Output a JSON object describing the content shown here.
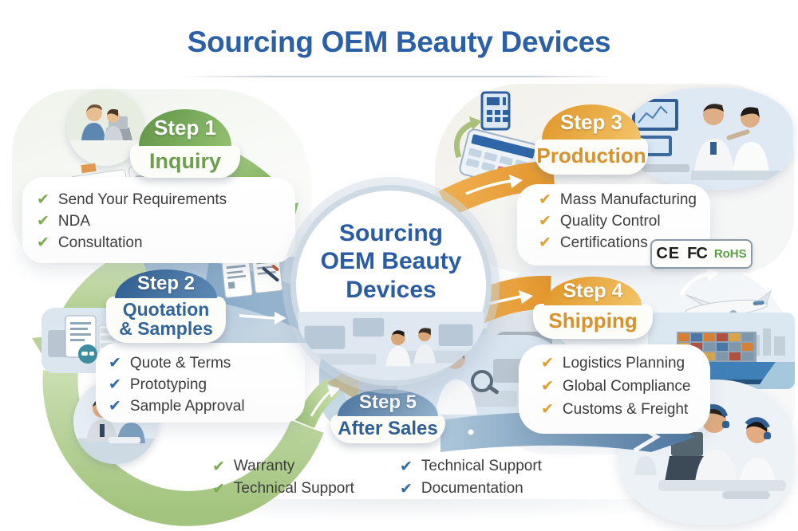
{
  "title": "Sourcing OEM Beauty Devices",
  "center": {
    "line1": "Sourcing",
    "line2": "OEM Beauty",
    "line3": "Devices"
  },
  "icons": {
    "check": "✔"
  },
  "steps": [
    {
      "label": "Step 1",
      "name": "Inquiry",
      "accent": "#6d9e4e",
      "items": [
        "Send Your Requirements",
        "NDA",
        "Consultation"
      ]
    },
    {
      "label": "Step 2",
      "name": "Quotation & Samples",
      "accent": "#34659a",
      "items": [
        "Quote & Terms",
        "Prototyping",
        "Sample Approval"
      ]
    },
    {
      "label": "Step 3",
      "name": "Production",
      "accent": "#d8912c",
      "items": [
        "Mass Manufacturing",
        "Quality Control",
        "Certifications"
      ]
    },
    {
      "label": "Step 4",
      "name": "Shipping",
      "accent": "#d8912c",
      "items": [
        "Logistics Planning",
        "Global Compliance",
        "Customs & Freight"
      ]
    },
    {
      "label": "Step 5",
      "name": "After Sales",
      "accent": "#2f5f94",
      "items_left": [
        "Warranty",
        "Technical Support"
      ],
      "items_right": [
        "Technical Support",
        "Documentation"
      ]
    }
  ],
  "certifications": {
    "ce": "CE",
    "fcc": "FC",
    "rohs": "RoHS"
  },
  "colors": {
    "title_blue": "#2b5fa6",
    "check_green": "#7cab51",
    "check_blue": "#2e6ba8",
    "check_gold": "#dca02f",
    "banner_green": "#6f9e4c",
    "banner_blue": "#3a6b9c",
    "banner_orange": "#e39c31",
    "banner_slate": "#5b82a8"
  }
}
